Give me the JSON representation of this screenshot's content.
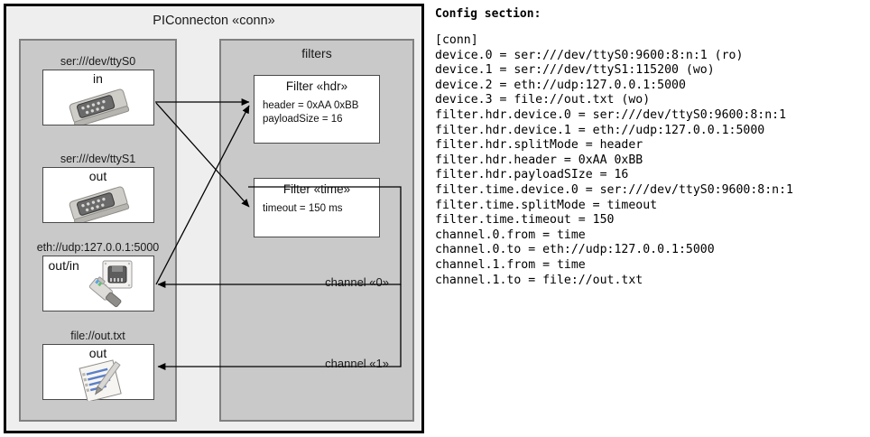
{
  "diagram": {
    "title": "PIConnecton «conn»",
    "devices_panel": {
      "devices": [
        {
          "caption": "ser:///dev/ttyS0",
          "label": "in",
          "icon": "serial-port-icon"
        },
        {
          "caption": "ser:///dev/ttyS1",
          "label": "out",
          "icon": "serial-port-icon"
        },
        {
          "caption": "eth://udp:127.0.0.1:5000",
          "label": "out/in",
          "icon": "ethernet-jack-icon"
        },
        {
          "caption": "file://out.txt",
          "label": "out",
          "icon": "document-pencil-icon"
        }
      ]
    },
    "filters_panel": {
      "title": "filters",
      "filters": [
        {
          "title": "Filter «hdr»",
          "props": [
            "header = 0xAA 0xBB",
            "payloadSize = 16"
          ]
        },
        {
          "title": "Filter «time»",
          "props": [
            "timeout = 150 ms"
          ]
        }
      ],
      "channels": [
        {
          "label": "channel «0»"
        },
        {
          "label": "channel «1»"
        }
      ]
    }
  },
  "config": {
    "heading": "Config section:",
    "lines": [
      "[conn]",
      "device.0 = ser:///dev/ttyS0:9600:8:n:1 (ro)",
      "device.1 = ser:///dev/ttyS1:115200 (wo)",
      "device.2 = eth://udp:127.0.0.1:5000",
      "device.3 = file://out.txt (wo)",
      "filter.hdr.device.0 = ser:///dev/ttyS0:9600:8:n:1",
      "filter.hdr.device.1 = eth://udp:127.0.0.1:5000",
      "filter.hdr.splitMode = header",
      "filter.hdr.header = 0xAA 0xBB",
      "filter.hdr.payloadSIze = 16",
      "filter.time.device.0 = ser:///dev/ttyS0:9600:8:n:1",
      "filter.time.splitMode = timeout",
      "filter.time.timeout = 150",
      "channel.0.from = time",
      "channel.0.to = eth://udp:127.0.0.1:5000",
      "channel.1.from = time",
      "channel.1.to = file://out.txt"
    ]
  },
  "colors": {
    "page_bg": "#ffffff",
    "outer_bg": "#eeeeee",
    "panel_bg": "#c9c9c9",
    "node_bg": "#ffffff",
    "border": "#000000",
    "panel_border": "#808080",
    "wire": "#000000"
  }
}
